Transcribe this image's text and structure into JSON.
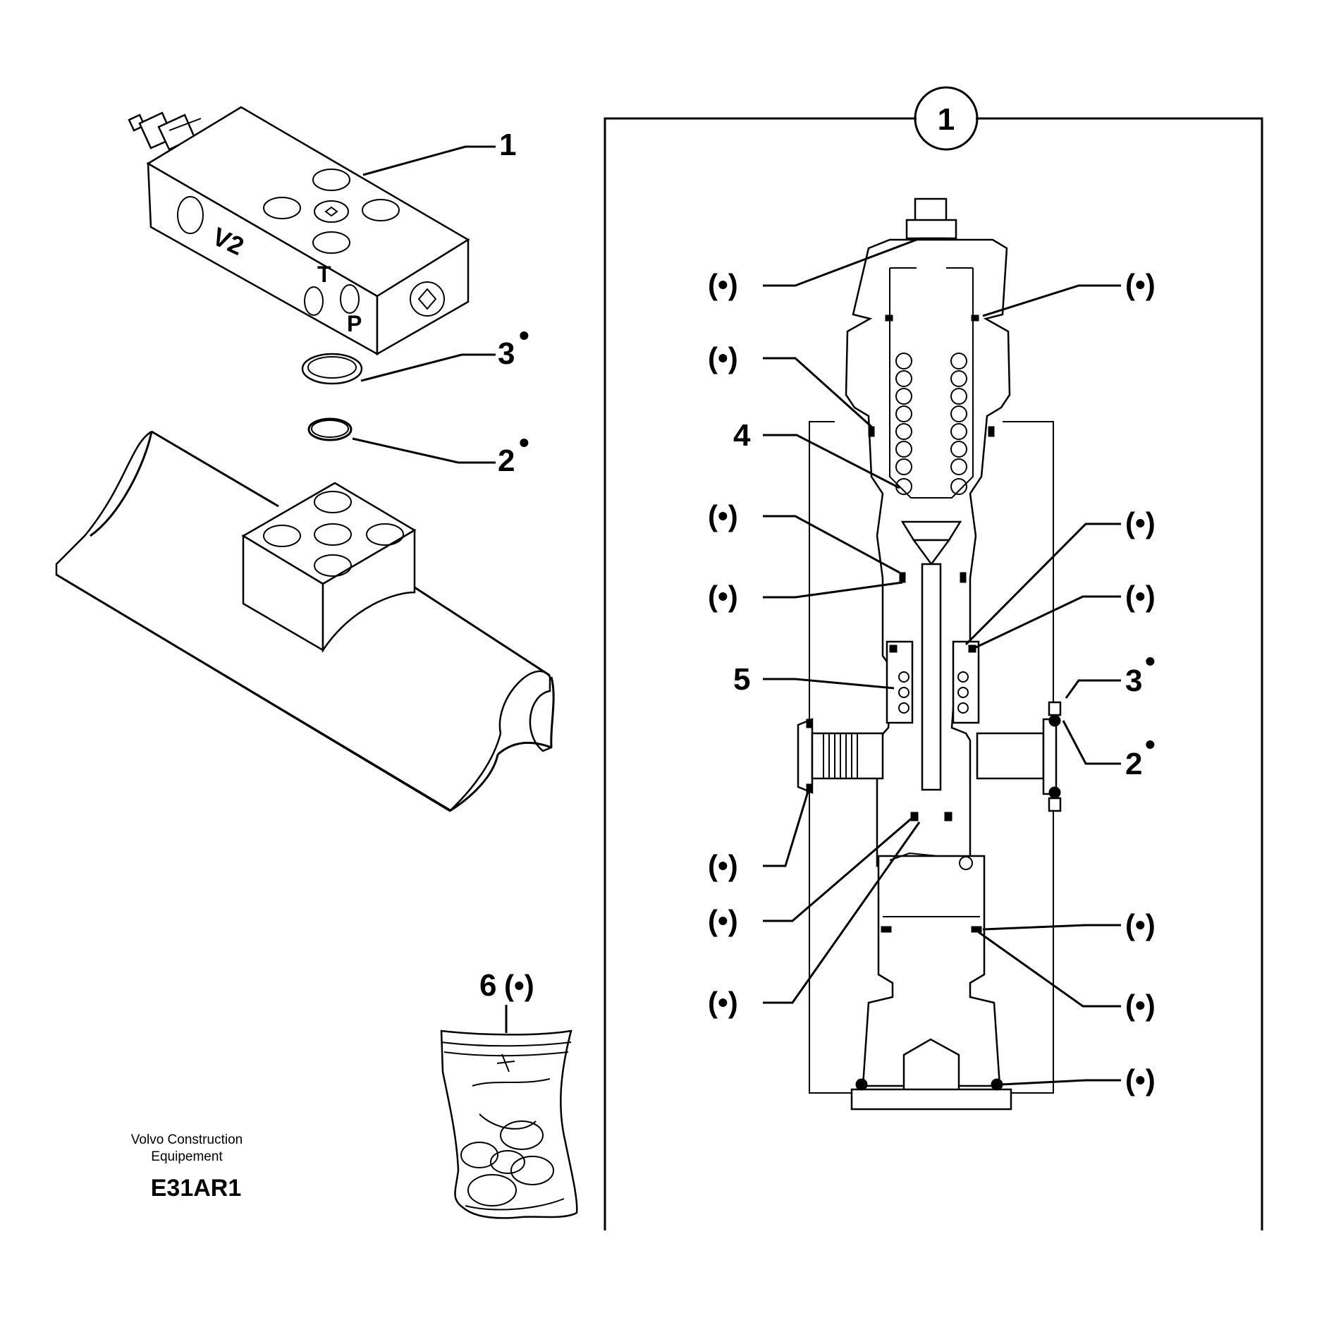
{
  "labels": {
    "part1": "1",
    "part2": "2",
    "part3": "3",
    "part4": "4",
    "part5": "5",
    "part6": "6",
    "detail_marker": "1",
    "kit_mark": "(•)",
    "star": "•",
    "port_v2": "V2",
    "port_t": "T",
    "port_p": "P"
  },
  "footer": {
    "brand_line1": "Volvo Construction",
    "brand_line2": "Equipement",
    "code": "E31AR1"
  }
}
